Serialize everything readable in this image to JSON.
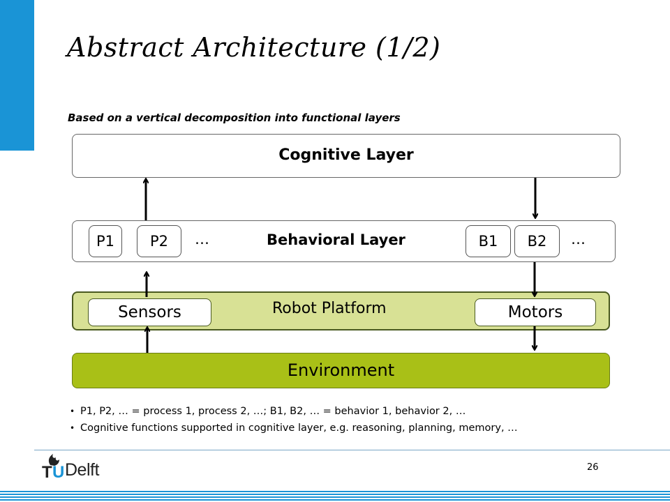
{
  "slide": {
    "title": "Abstract Architecture (1/2)",
    "subtitle": "Based on a vertical decomposition into functional layers",
    "page_number": "26",
    "accent_color": "#1a94d6"
  },
  "diagram": {
    "cognitive_layer": {
      "label": "Cognitive Layer"
    },
    "behavioral_layer": {
      "label": "Behavioral Layer",
      "processes": [
        "P1",
        "P2"
      ],
      "process_ellipsis": "…",
      "behaviors": [
        "B1",
        "B2"
      ],
      "behavior_ellipsis": "…"
    },
    "robot_platform": {
      "label": "Robot Platform",
      "sensors_label": "Sensors",
      "motors_label": "Motors",
      "color": "#d8e195"
    },
    "environment": {
      "label": "Environment",
      "color": "#a9c017"
    }
  },
  "notes": [
    "P1, P2, … = process 1, process 2, …; B1, B2, … = behavior 1, behavior 2, …",
    "Cognitive functions supported in cognitive layer, e.g. reasoning, planning, memory, …"
  ],
  "footer": {
    "logo_text": "TUDelft"
  }
}
